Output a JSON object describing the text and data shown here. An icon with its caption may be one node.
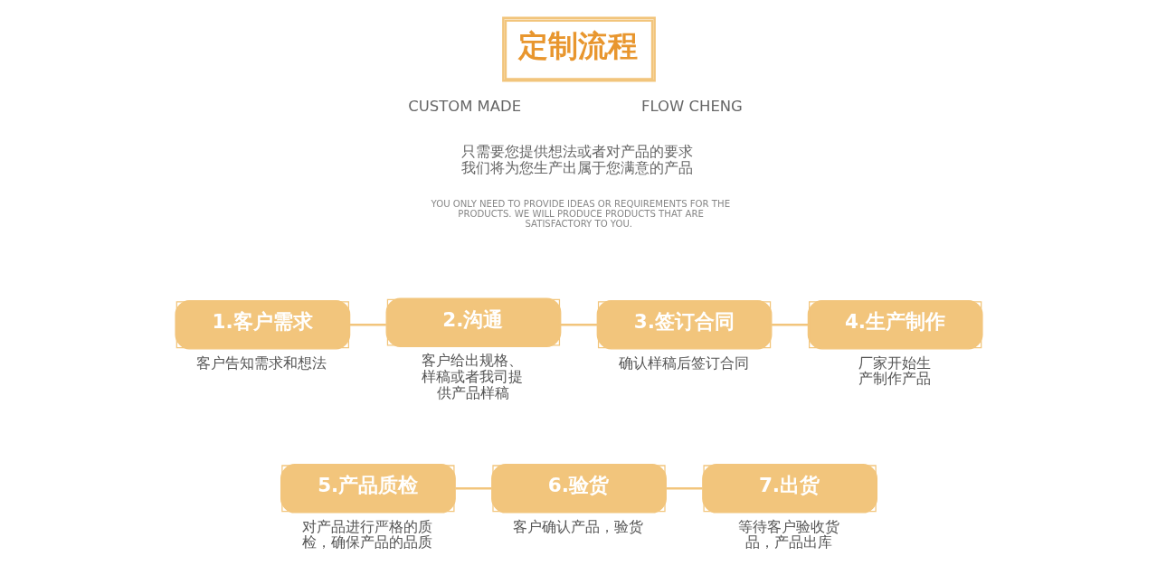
{
  "diagram": {
    "title": "定制流程",
    "nodes": [
      {
        "text": [
          "1.客户需求"
        ],
        "beside": [
          "客户告知需求和想法"
        ]
      },
      {
        "text": [
          "2.沟通"
        ],
        "beside": [
          "客户给出规格、样稿或者我司提供产品样稿"
        ]
      },
      {
        "text": [
          "3.签订合同"
        ],
        "beside": [
          "确认样稿后签订合同"
        ]
      },
      {
        "text": [
          "4.生产制作"
        ],
        "beside": [
          "厂家开始生产制作产品"
        ]
      },
      {
        "text": [
          "5.产品质检"
        ],
        "beside": [
          "对产品进行严格的质检，确保产品的品质"
        ]
      },
      {
        "text": [
          "6.验货"
        ],
        "beside": [
          "客户确认产品，验货"
        ]
      },
      {
        "text": [
          "7.出货"
        ],
        "beside": [
          "等待客户验收货品，产品出库"
        ]
      }
    ],
    "edges": [
      {
        "from": 0,
        "to": 1,
        "arrow": "none"
      },
      {
        "from": 1,
        "to": 2,
        "arrow": "none"
      },
      {
        "from": 2,
        "to": 3,
        "arrow": "none"
      },
      {
        "from": 4,
        "to": 5,
        "arrow": "none"
      },
      {
        "from": 5,
        "to": 6,
        "arrow": "none"
      }
    ],
    "labels": [
      "CUSTOM MADE",
      "FLOW CHENG",
      "只需要您提供想法或者对产品的要求我们将为您生产出属于您满意的产品",
      "YOU ONLY NEED TO PROVIDE IDEAS OR REQUIREMENTS FOR THE PRODUCTS. WE WILL PRODUCE PRODUCTS THAT ARE SATISFACTORY TO YOU."
    ]
  }
}
